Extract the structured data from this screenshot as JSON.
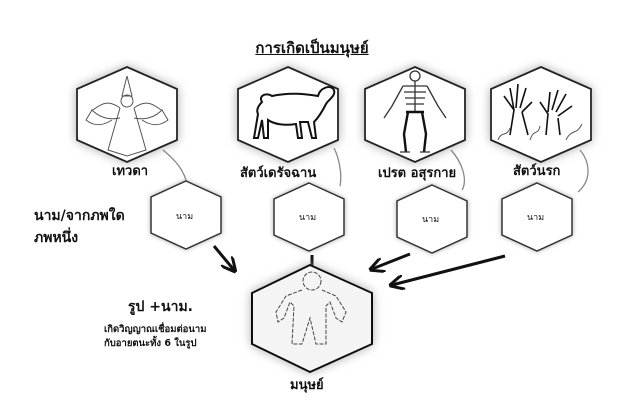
{
  "title": "การเกิดเป็นมนุษย์",
  "realms": [
    {
      "label": "เทวดา",
      "icon": "angel-icon"
    },
    {
      "label": "สัตว์เดรัจฉาน",
      "icon": "sheep-icon"
    },
    {
      "label": "เปรต อสุรกาย",
      "icon": "skeleton-icon"
    },
    {
      "label": "สัตว์นรก",
      "icon": "hell-hands-icon"
    }
  ],
  "nama_row": {
    "caption_line1": "นาม/จากภพใด",
    "caption_line2": "ภพหนึ่ง",
    "node_label": "นาม"
  },
  "result": {
    "label": "มนุษย์",
    "formula": "รูป +นาม.",
    "desc_line1": "เกิดวิญญาณเชื่อมต่อนาม",
    "desc_line2": "กับอายตนะทั้ง 6 ในรูป"
  },
  "colors": {
    "stroke": "#222222",
    "glow": "#bdbdbd",
    "fill": "#ffffff",
    "human_fill": "#f4f4f4"
  }
}
